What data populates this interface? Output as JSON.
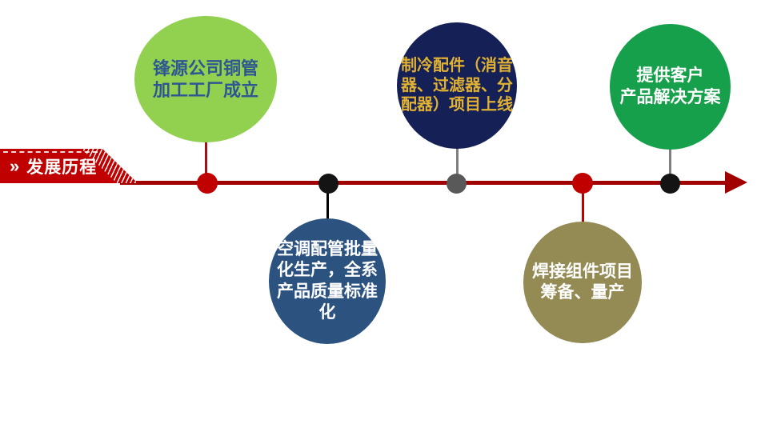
{
  "banner": {
    "chevron": "»",
    "title": "发展历程",
    "color": "#C00000",
    "text_color": "#FFFFFF"
  },
  "timeline": {
    "line_color": "#A00000",
    "arrow_color": "#A00000",
    "milestones": [
      {
        "label": "锋源公司铜管\n加工工厂成立",
        "bubble_color": "#92D050",
        "text_color": "#2E5693",
        "dot_color": "#C00000",
        "connector_color": "#9E1313",
        "bubble_position": "above"
      },
      {
        "label": "空调配管批量\n化生产，全系\n产品质量标准\n化",
        "bubble_color": "#2C5380",
        "text_color": "#FFFFFF",
        "dot_color": "#141414",
        "connector_color": "#000000",
        "bubble_position": "below"
      },
      {
        "label": "制冷配件（消音\n器、过滤器、分\n配器）项目上线",
        "bubble_color": "#152057",
        "text_color": "#E0B133",
        "dot_color": "#595959",
        "connector_color": "#7F7F7F",
        "bubble_position": "above"
      },
      {
        "label": "焊接组件项目\n筹备、量产",
        "bubble_color": "#948A54",
        "text_color": "#FFFFFF",
        "dot_color": "#C00000",
        "connector_color": "#C00000",
        "bubble_position": "below"
      },
      {
        "label": "提供客户\n产品解决方案",
        "bubble_color": "#17A04B",
        "text_color": "#FFFFFF",
        "dot_color": "#141414",
        "connector_color": "#7F7F7F",
        "bubble_position": "above"
      }
    ]
  }
}
